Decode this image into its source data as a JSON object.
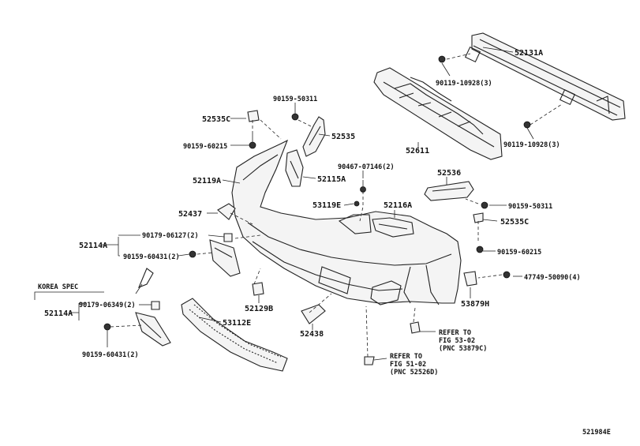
{
  "diagram": {
    "drawing_id": "521984E",
    "korea_spec": "KOREA SPEC",
    "labels": {
      "p52131A": "52131A",
      "p90119_10928_a": "90119-10928(3)",
      "p90119_10928_b": "90119-10928(3)",
      "p52611": "52611",
      "p90159_50311_a": "90159-50311",
      "p52535C_a": "52535C",
      "p52535": "52535",
      "p90159_60215_a": "90159-60215",
      "p52115A": "52115A",
      "p52119A": "52119A",
      "p90467_07146": "90467-07146(2)",
      "p52536": "52536",
      "p90159_50311_b": "90159-50311",
      "p53119E": "53119E",
      "p52116A": "52116A",
      "p52437": "52437",
      "p52535C_b": "52535C",
      "p90179_06127": "90179-06127(2)",
      "p52114A_a": "52114A",
      "p90159_60431_a": "90159-60431(2)",
      "p90159_60215_b": "90159-60215",
      "p47749_50090": "47749-50090(4)",
      "p53879H": "53879H",
      "p52129B": "52129B",
      "p52438": "52438",
      "p52114A_b": "52114A",
      "p90179_06349": "90179-06349(2)",
      "p53112E": "53112E",
      "p90159_60431_b": "90159-60431(2)",
      "ref1_line1": "REFER TO",
      "ref1_line2": "FIG 53-02",
      "ref1_line3": "(PNC 53879C)",
      "ref2_line1": "REFER TO",
      "ref2_line2": "FIG 51-02",
      "ref2_line3": "(PNC 52526D)"
    }
  }
}
